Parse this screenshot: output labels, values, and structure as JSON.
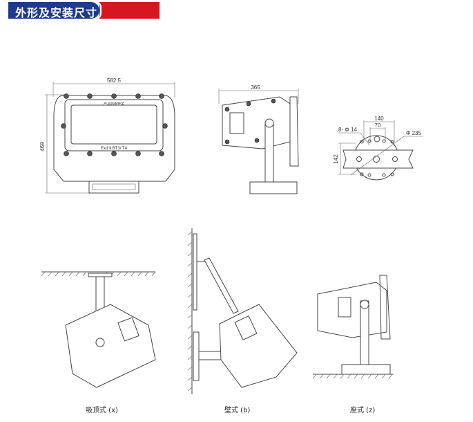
{
  "header": {
    "title": "外形及安装尺寸",
    "colors": {
      "blue": "#1e3a8c",
      "red": "#d7171f"
    }
  },
  "front_view": {
    "width_dim": "582.5",
    "height_dim": "469",
    "top_label": "产品防电开关",
    "marking": "Exd Ⅱ BT3/ T4"
  },
  "side_view": {
    "depth_dim": "365"
  },
  "base_plate": {
    "dim_140": "140",
    "dim_70": "70",
    "holes": "8- Φ 14",
    "diameter": "Φ 235",
    "dim_142": "142"
  },
  "captions": {
    "ceiling": "吸顶式 (x)",
    "wall": "壁式 (b)",
    "floor": "座式 (z)"
  }
}
